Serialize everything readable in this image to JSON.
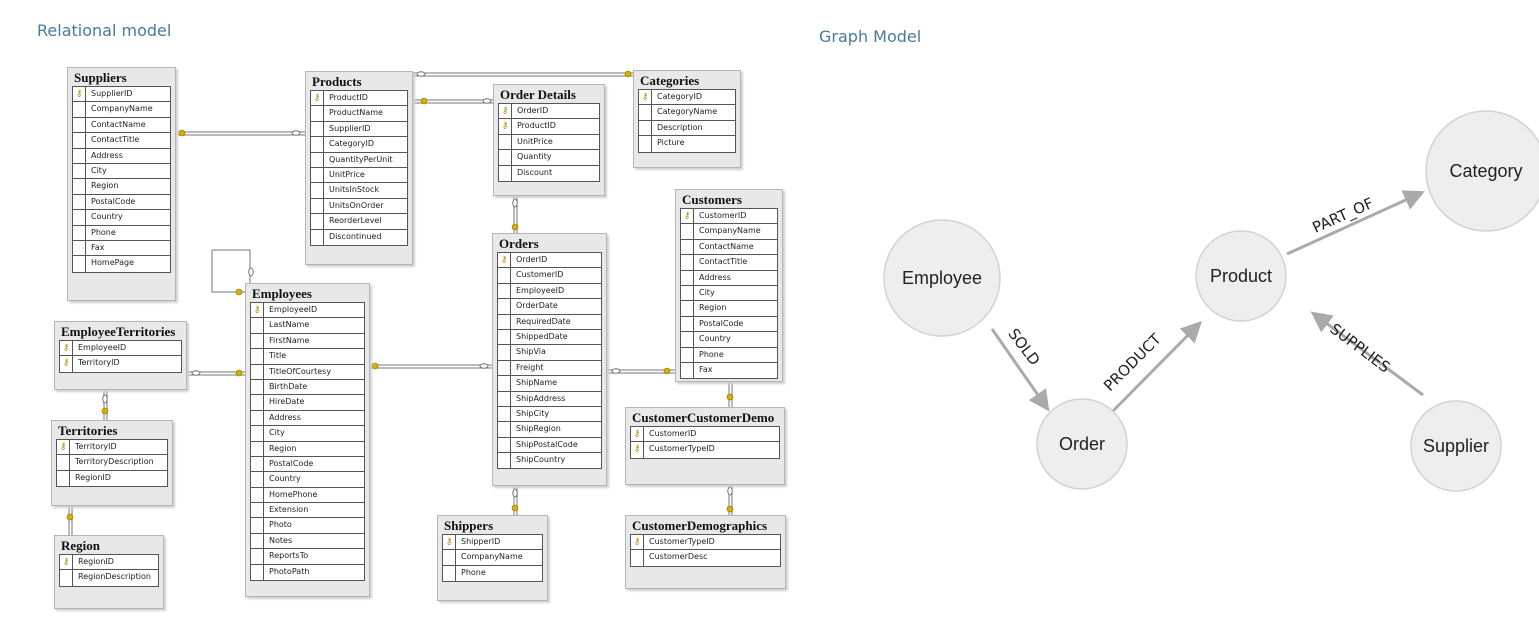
{
  "headings": {
    "relational": "Relational model",
    "graph": "Graph Model"
  },
  "tables": {
    "suppliers": {
      "name": "Suppliers",
      "columns": [
        {
          "name": "SupplierID",
          "key": true
        },
        {
          "name": "CompanyName"
        },
        {
          "name": "ContactName"
        },
        {
          "name": "ContactTitle"
        },
        {
          "name": "Address"
        },
        {
          "name": "City"
        },
        {
          "name": "Region"
        },
        {
          "name": "PostalCode"
        },
        {
          "name": "Country"
        },
        {
          "name": "Phone"
        },
        {
          "name": "Fax"
        },
        {
          "name": "HomePage"
        }
      ]
    },
    "products": {
      "name": "Products",
      "columns": [
        {
          "name": "ProductID",
          "key": true
        },
        {
          "name": "ProductName"
        },
        {
          "name": "SupplierID"
        },
        {
          "name": "CategoryID"
        },
        {
          "name": "QuantityPerUnit"
        },
        {
          "name": "UnitPrice"
        },
        {
          "name": "UnitsInStock"
        },
        {
          "name": "UnitsOnOrder"
        },
        {
          "name": "ReorderLevel"
        },
        {
          "name": "Discontinued"
        }
      ]
    },
    "order_details": {
      "name": "Order Details",
      "columns": [
        {
          "name": "OrderID",
          "key": true
        },
        {
          "name": "ProductID",
          "key": true
        },
        {
          "name": "UnitPrice"
        },
        {
          "name": "Quantity"
        },
        {
          "name": "Discount"
        }
      ]
    },
    "categories": {
      "name": "Categories",
      "columns": [
        {
          "name": "CategoryID",
          "key": true
        },
        {
          "name": "CategoryName"
        },
        {
          "name": "Description"
        },
        {
          "name": "Picture"
        }
      ]
    },
    "customers": {
      "name": "Customers",
      "columns": [
        {
          "name": "CustomerID",
          "key": true
        },
        {
          "name": "CompanyName"
        },
        {
          "name": "ContactName"
        },
        {
          "name": "ContactTitle"
        },
        {
          "name": "Address"
        },
        {
          "name": "City"
        },
        {
          "name": "Region"
        },
        {
          "name": "PostalCode"
        },
        {
          "name": "Country"
        },
        {
          "name": "Phone"
        },
        {
          "name": "Fax"
        }
      ]
    },
    "employees": {
      "name": "Employees",
      "columns": [
        {
          "name": "EmployeeID",
          "key": true
        },
        {
          "name": "LastName"
        },
        {
          "name": "FirstName"
        },
        {
          "name": "Title"
        },
        {
          "name": "TitleOfCourtesy"
        },
        {
          "name": "BirthDate"
        },
        {
          "name": "HireDate"
        },
        {
          "name": "Address"
        },
        {
          "name": "City"
        },
        {
          "name": "Region"
        },
        {
          "name": "PostalCode"
        },
        {
          "name": "Country"
        },
        {
          "name": "HomePhone"
        },
        {
          "name": "Extension"
        },
        {
          "name": "Photo"
        },
        {
          "name": "Notes"
        },
        {
          "name": "ReportsTo"
        },
        {
          "name": "PhotoPath"
        }
      ]
    },
    "orders": {
      "name": "Orders",
      "columns": [
        {
          "name": "OrderID",
          "key": true
        },
        {
          "name": "CustomerID"
        },
        {
          "name": "EmployeeID"
        },
        {
          "name": "OrderDate"
        },
        {
          "name": "RequiredDate"
        },
        {
          "name": "ShippedDate"
        },
        {
          "name": "ShipVia"
        },
        {
          "name": "Freight"
        },
        {
          "name": "ShipName"
        },
        {
          "name": "ShipAddress"
        },
        {
          "name": "ShipCity"
        },
        {
          "name": "ShipRegion"
        },
        {
          "name": "ShipPostalCode"
        },
        {
          "name": "ShipCountry"
        }
      ]
    },
    "employee_territories": {
      "name": "EmployeeTerritories",
      "columns": [
        {
          "name": "EmployeeID",
          "key": true
        },
        {
          "name": "TerritoryID",
          "key": true
        }
      ]
    },
    "territories": {
      "name": "Territories",
      "columns": [
        {
          "name": "TerritoryID",
          "key": true
        },
        {
          "name": "TerritoryDescription"
        },
        {
          "name": "RegionID"
        }
      ]
    },
    "region": {
      "name": "Region",
      "columns": [
        {
          "name": "RegionID",
          "key": true
        },
        {
          "name": "RegionDescription"
        }
      ]
    },
    "shippers": {
      "name": "Shippers",
      "columns": [
        {
          "name": "ShipperID",
          "key": true
        },
        {
          "name": "CompanyName"
        },
        {
          "name": "Phone"
        }
      ]
    },
    "customer_customer_demo": {
      "name": "CustomerCustomerDemo",
      "columns": [
        {
          "name": "CustomerID",
          "key": true
        },
        {
          "name": "CustomerTypeID",
          "key": true
        }
      ]
    },
    "customer_demographics": {
      "name": "CustomerDemographics",
      "columns": [
        {
          "name": "CustomerTypeID",
          "key": true
        },
        {
          "name": "CustomerDesc"
        }
      ]
    }
  },
  "graph": {
    "nodes": {
      "employee": "Employee",
      "order": "Order",
      "product": "Product",
      "category": "Category",
      "supplier": "Supplier"
    },
    "edges": {
      "sold": "SOLD",
      "product": "PRODUCT",
      "part_of": "PART_OF",
      "supplies": "SUPPLIES"
    }
  },
  "colors": {
    "heading": "#4a7a9c",
    "node_fill": "#eeeeee",
    "node_stroke": "#d2d2d2",
    "edge": "#aaaaaa",
    "key": "#d4b000"
  }
}
